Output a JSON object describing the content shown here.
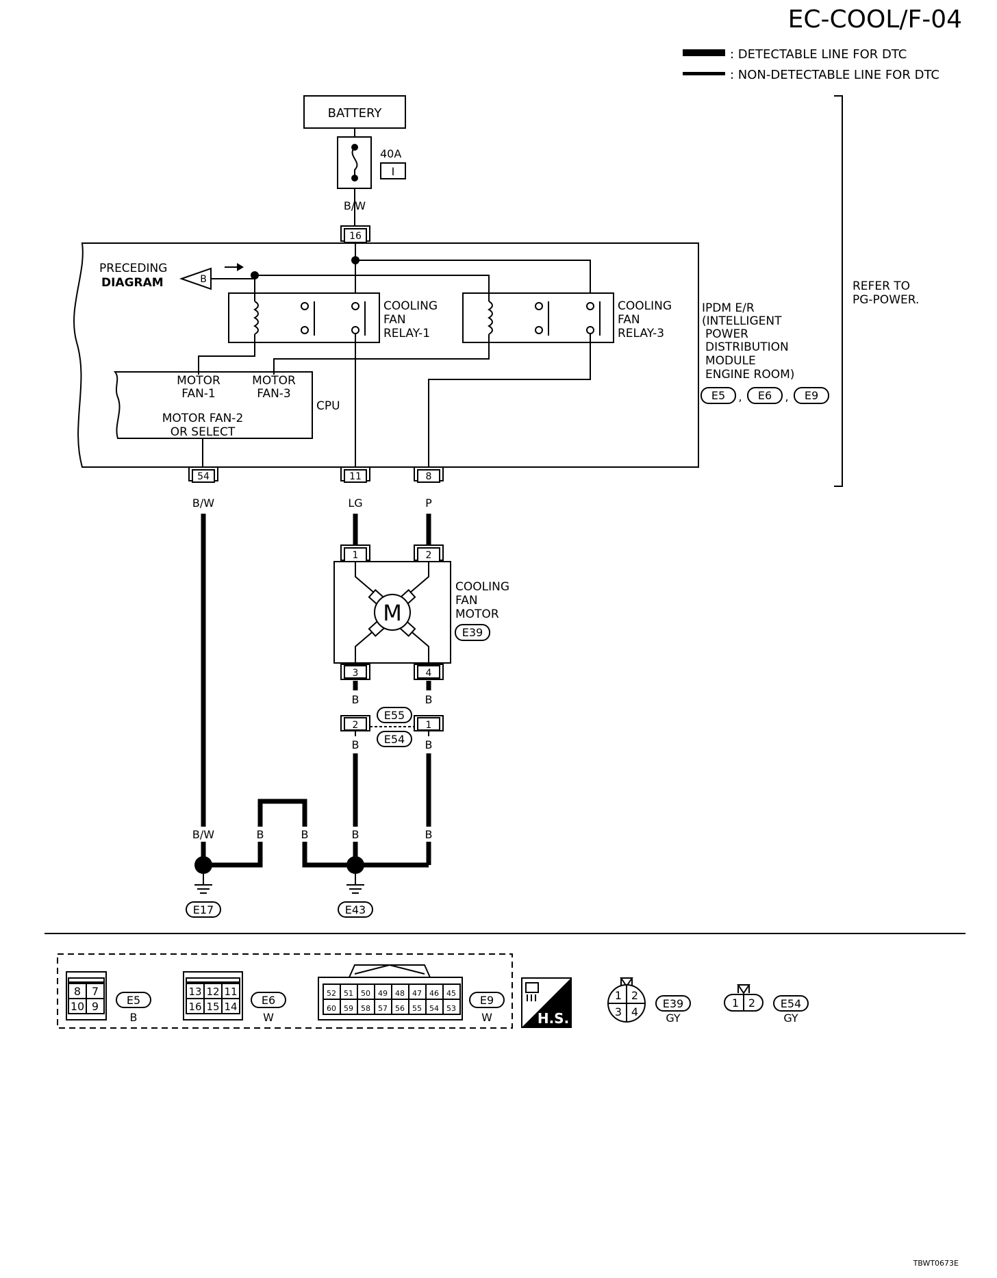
{
  "page_code": "EC-COOL/F-04",
  "footer_code": "TBWT0673E",
  "legend": {
    "detectable": ": DETECTABLE LINE FOR DTC",
    "non_detectable": ": NON-DETECTABLE LINE FOR DTC"
  },
  "refer": [
    "REFER TO",
    "PG-POWER."
  ],
  "battery": "BATTERY",
  "fuse": {
    "amp": "40A",
    "id": "I"
  },
  "wire_colors": {
    "bw": "B/W",
    "lg": "LG",
    "p": "P",
    "b": "B"
  },
  "pins": {
    "p16": "16",
    "p54": "54",
    "p11": "11",
    "p8": "8",
    "m1": "1",
    "m2": "2",
    "m3": "3",
    "m4": "4",
    "j2": "2",
    "j1": "1"
  },
  "preceding": {
    "line1": "PRECEDING",
    "line2": "DIAGRAM",
    "tag": "B"
  },
  "relay1": [
    "COOLING",
    "FAN",
    "RELAY-1"
  ],
  "relay3": [
    "COOLING",
    "FAN",
    "RELAY-3"
  ],
  "ipdm": [
    "IPDM E/R",
    "(INTELLIGENT",
    "POWER",
    "DISTRIBUTION",
    "MODULE",
    "ENGINE ROOM)"
  ],
  "ipdm_connectors": [
    "E5",
    "E6",
    "E9"
  ],
  "cpu": {
    "label": "CPU",
    "fan1": [
      "MOTOR",
      "FAN-1"
    ],
    "fan3": [
      "MOTOR",
      "FAN-3"
    ],
    "fan2": [
      "MOTOR FAN-2",
      "OR SELECT"
    ]
  },
  "motor": {
    "label": [
      "COOLING",
      "FAN",
      "MOTOR"
    ],
    "connector": "E39",
    "symbol": "M"
  },
  "joint": {
    "upper": "E55",
    "lower": "E54"
  },
  "grounds": {
    "g1": "E17",
    "g2": "E43"
  },
  "connector_panel": {
    "e5": {
      "id": "E5",
      "color": "B",
      "top": [
        "8",
        "7"
      ],
      "bottom": [
        "10",
        "9"
      ]
    },
    "e6": {
      "id": "E6",
      "color": "W",
      "top": [
        "13",
        "12",
        "11"
      ],
      "bottom": [
        "16",
        "15",
        "14"
      ]
    },
    "e9": {
      "id": "E9",
      "color": "W",
      "top": [
        "52",
        "51",
        "50",
        "49",
        "48",
        "47",
        "46",
        "45"
      ],
      "bottom": [
        "60",
        "59",
        "58",
        "57",
        "56",
        "55",
        "54",
        "53"
      ]
    },
    "hs": "H.S.",
    "e39": {
      "id": "E39",
      "color": "GY",
      "pins": [
        "1",
        "2",
        "3",
        "4"
      ]
    },
    "e54": {
      "id": "E54",
      "color": "GY",
      "pins": [
        "1",
        "2"
      ]
    }
  }
}
